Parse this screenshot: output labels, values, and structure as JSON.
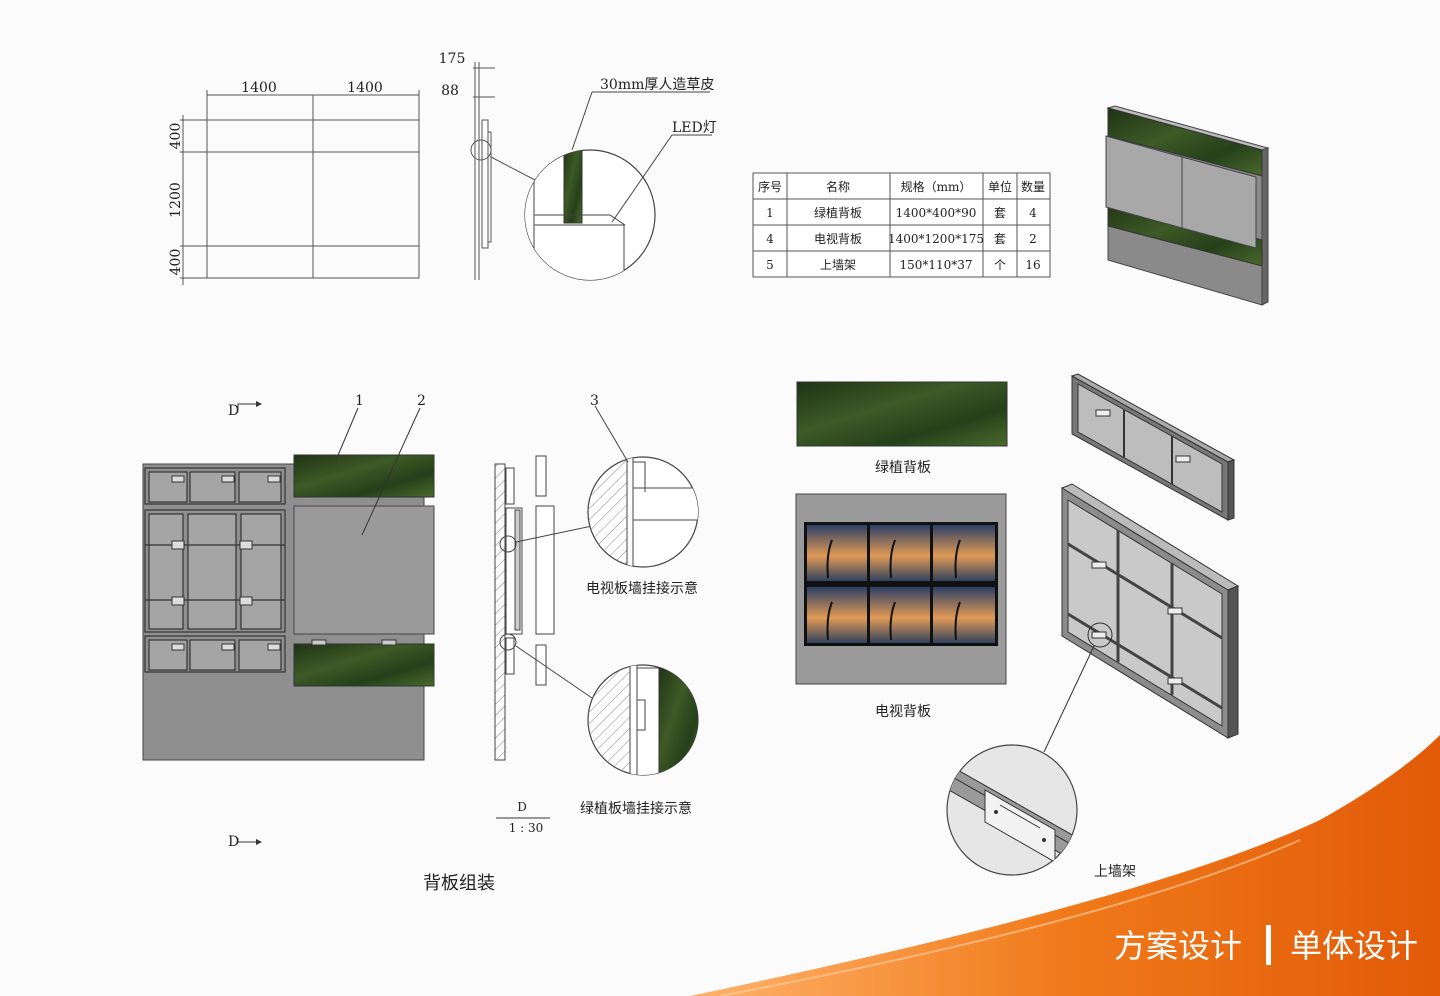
{
  "elevation": {
    "widths": [
      "1400",
      "1400"
    ],
    "heights": [
      "400",
      "1200",
      "400"
    ],
    "side_dims": [
      "175",
      "88"
    ],
    "callouts": [
      "30mm厚人造草皮",
      "LED灯"
    ]
  },
  "spec_table": {
    "headers": [
      "序号",
      "名称",
      "规格（mm）",
      "单位",
      "数量"
    ],
    "rows": [
      [
        "1",
        "绿植背板",
        "1400*400*90",
        "套",
        "4"
      ],
      [
        "4",
        "电视背板",
        "1400*1200*175",
        "套",
        "2"
      ],
      [
        "5",
        "上墙架",
        "150*110*37",
        "个",
        "16"
      ]
    ]
  },
  "assembly": {
    "section_mark": "D",
    "part_numbers": [
      "1",
      "2",
      "3"
    ],
    "tv_detail_caption": "电视板墙挂接示意",
    "green_detail_caption": "绿植板墙挂接示意",
    "section_title": "D",
    "section_scale": "1 : 30",
    "title": "背板组装"
  },
  "components": {
    "green_panel": "绿植背板",
    "tv_panel": "电视背板",
    "bracket": "上墙架"
  },
  "banner": {
    "left": "方案设计",
    "right": "单体设计",
    "color": "#e8620a"
  }
}
